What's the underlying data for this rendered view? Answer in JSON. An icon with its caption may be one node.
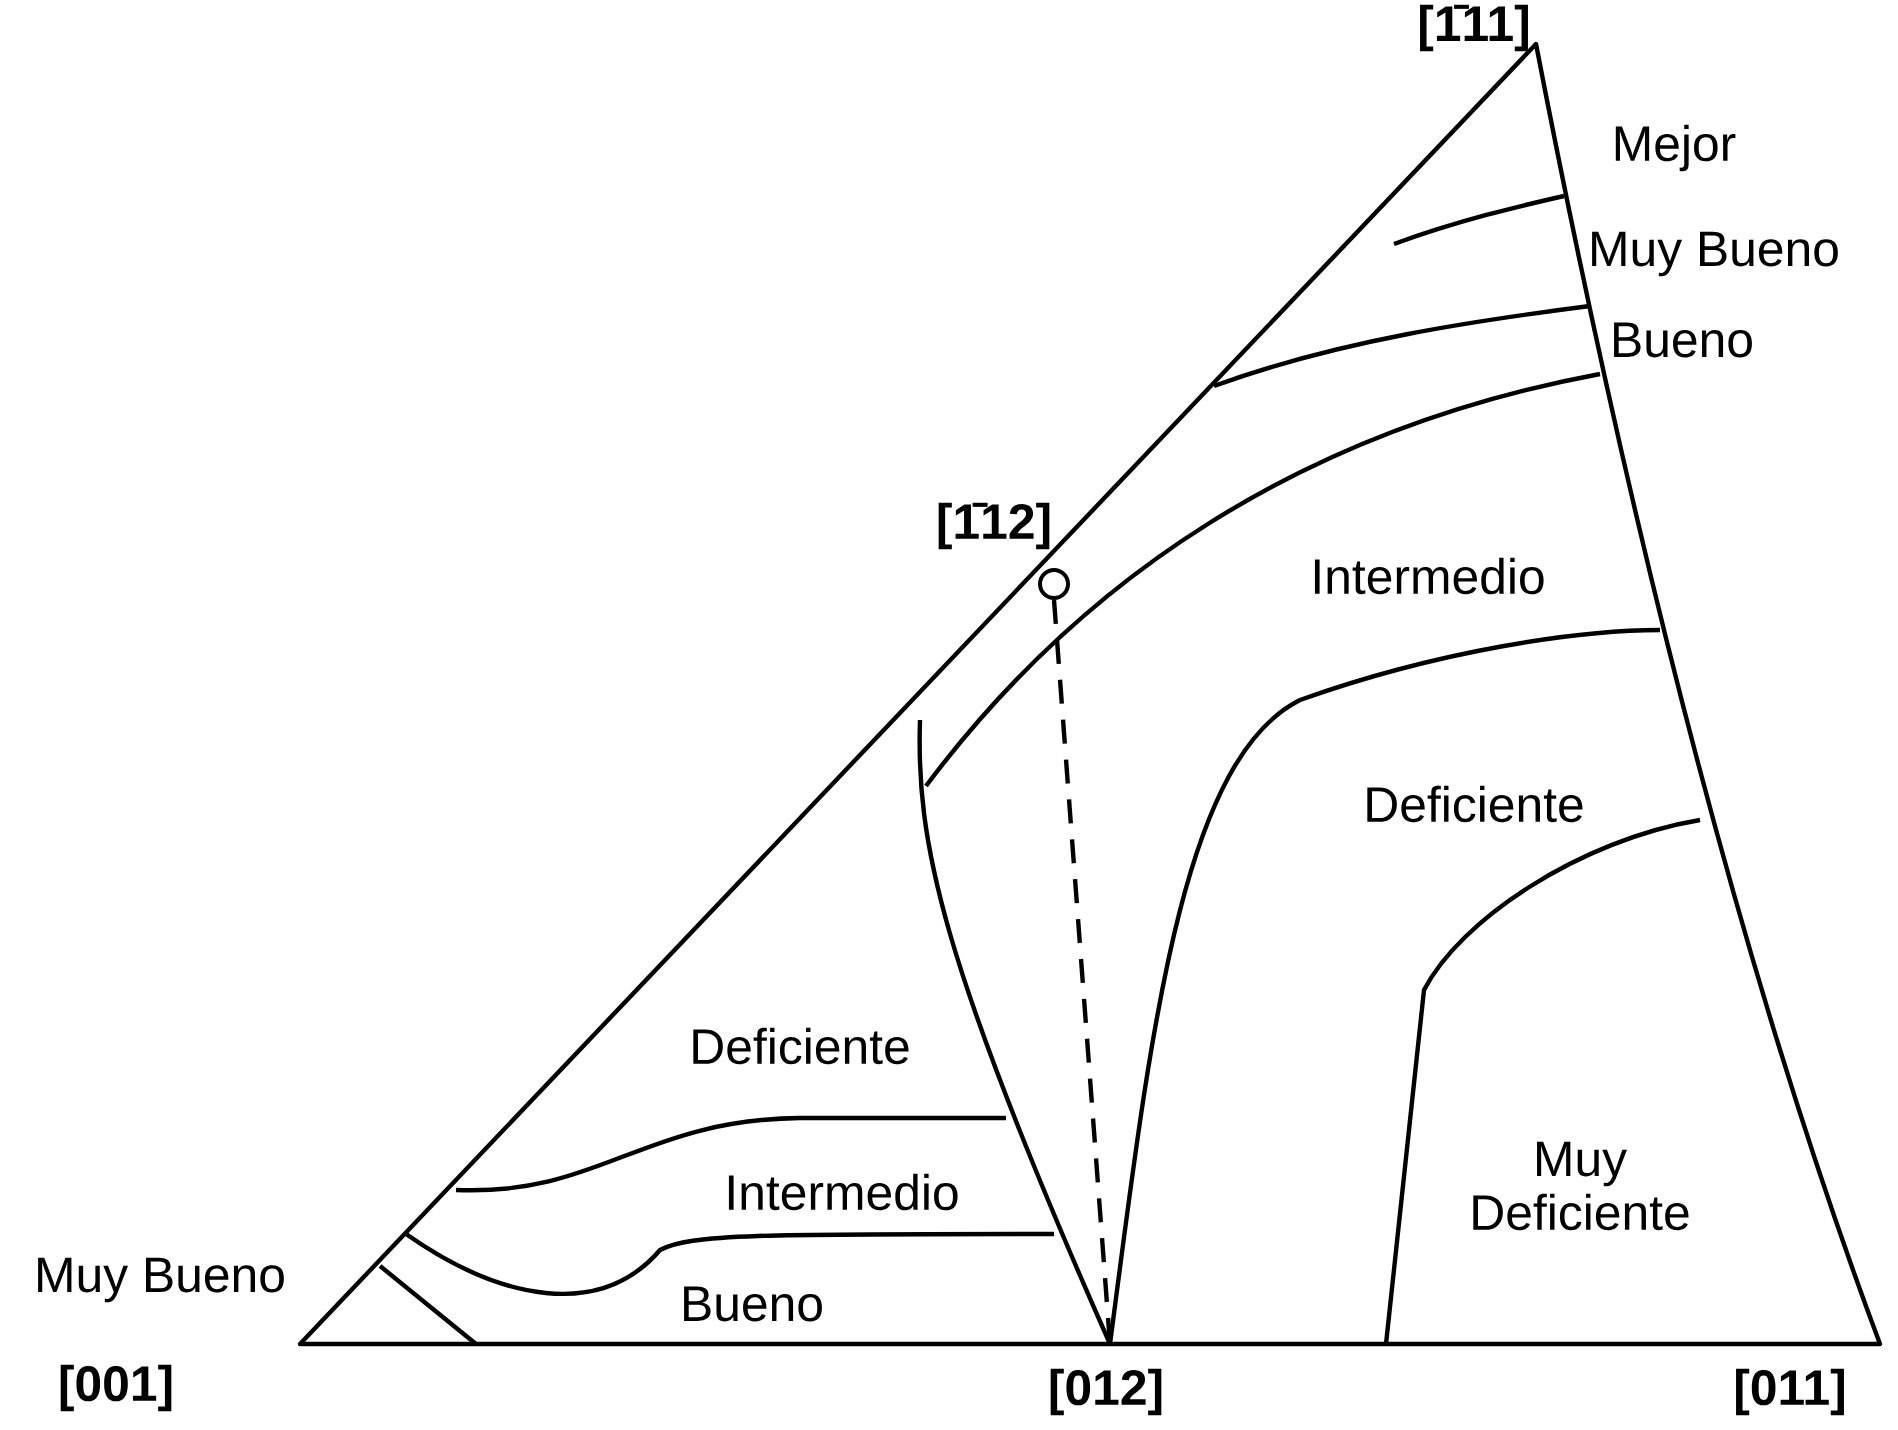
{
  "diagram": {
    "labels": [
      "[1̄11]",
      "Mejor",
      "Muy Bueno",
      "Bueno",
      "[1̄12]",
      "Intermedio",
      "Deficiente",
      "Deficiente",
      "Muy Deficiente",
      "Intermedio",
      "Muy Bueno",
      "Bueno",
      "[001]",
      "[012]",
      "[011]"
    ]
  }
}
